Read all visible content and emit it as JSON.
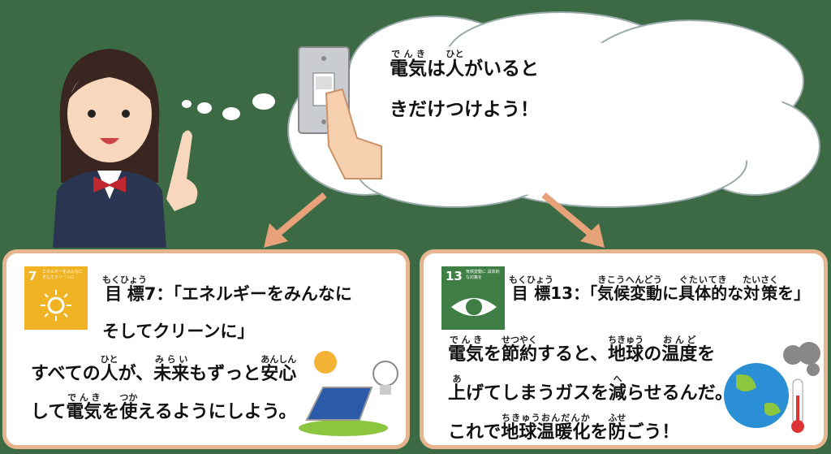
{
  "bubble": {
    "lines": [
      [
        [
          "電気",
          "でんき"
        ],
        [
          "は"
        ],
        [
          "人",
          "ひと"
        ],
        [
          "がいると"
        ]
      ],
      [
        [
          "きだけつけよう！"
        ]
      ]
    ]
  },
  "goal7": {
    "icon_number": "7",
    "icon_caption": "エネルギーをみんなに そしてクリーンに",
    "color": "#f0b323",
    "title_lines": [
      [
        [
          "目標",
          "もくひょう"
        ],
        [
          "7：「エネルギーをみんなに"
        ]
      ],
      [
        [
          "そしてクリーンに」"
        ]
      ]
    ],
    "body_lines": [
      [
        [
          "すべての"
        ],
        [
          "人",
          "ひと"
        ],
        [
          "が、"
        ],
        [
          "未来",
          "みらい"
        ],
        [
          "もずっと"
        ],
        [
          "安心",
          "あんしん"
        ]
      ],
      [
        [
          "して"
        ],
        [
          "電気",
          "でんき"
        ],
        [
          "を"
        ],
        [
          "使",
          "つか"
        ],
        [
          "えるようにしよう。"
        ]
      ]
    ]
  },
  "goal13": {
    "icon_number": "13",
    "icon_caption": "気候変動に 具体的な対策を",
    "color": "#3f7e44",
    "title_lines": [
      [
        [
          "目標",
          "もくひょう"
        ],
        [
          "13：「"
        ],
        [
          "気候変動",
          "きこうへんどう"
        ],
        [
          "に"
        ],
        [
          "具体的",
          "ぐたいてき"
        ],
        [
          "な"
        ],
        [
          "対策",
          "たいさく"
        ],
        [
          "を」"
        ]
      ]
    ],
    "body_lines": [
      [
        [
          "電気",
          "でんき"
        ],
        [
          "を"
        ],
        [
          "節約",
          "せつやく"
        ],
        [
          "すると、"
        ],
        [
          "地球",
          "ちきゅう"
        ],
        [
          "の"
        ],
        [
          "温度",
          "おんど"
        ],
        [
          "を"
        ]
      ],
      [
        [
          "上",
          "あ"
        ],
        [
          "げてしまうガスを"
        ],
        [
          "減",
          "へ"
        ],
        [
          "らせるんだ。"
        ]
      ],
      [
        [
          "これで"
        ],
        [
          "地球温暖化",
          "ちきゅうおんだんか"
        ],
        [
          "を"
        ],
        [
          "防",
          "ふせ"
        ],
        [
          "ごう！"
        ]
      ]
    ]
  },
  "colors": {
    "board": "#3c6a45",
    "arrow": "#e8a27a",
    "frame": "#e6b58f"
  }
}
